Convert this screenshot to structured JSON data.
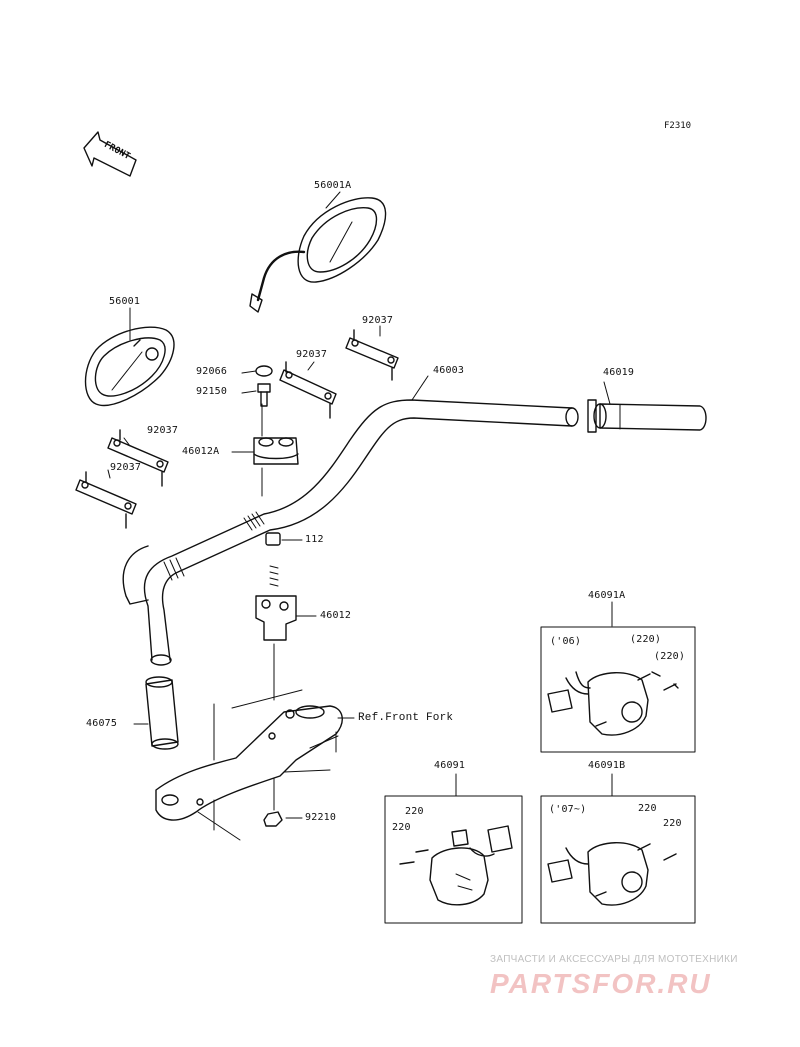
{
  "figure_code": "F2310",
  "front_label": "FRONT",
  "parts": {
    "mirror_right": "56001A",
    "mirror_left": "56001",
    "washer": "92066",
    "bolt": "92150",
    "stay_a": "92037",
    "stay_b": "92037",
    "stay_c": "92037",
    "stay_d": "92037",
    "holder_upper": "46012A",
    "handlebar": "46003",
    "grip_right": "46019",
    "damper": "112",
    "holder_lower": "46012",
    "grip_left": "46075",
    "nut": "92210",
    "switch_right_a": "46091A",
    "switch_left": "46091",
    "switch_right_b": "46091B"
  },
  "reference": "Ref.Front Fork",
  "boxes": {
    "right_a": {
      "year": "('06)",
      "screw_1": "(220)",
      "screw_2": "(220)"
    },
    "left": {
      "screw_1": "220",
      "screw_2": "220"
    },
    "right_b": {
      "year": "('07~)",
      "screw_1": "220",
      "screw_2": "220"
    }
  },
  "watermark": {
    "tagline": "ЗАПЧАСТИ И АКСЕССУАРЫ ДЛЯ МОТОТЕХНИКИ",
    "logo": "PARTSFOR.RU"
  }
}
